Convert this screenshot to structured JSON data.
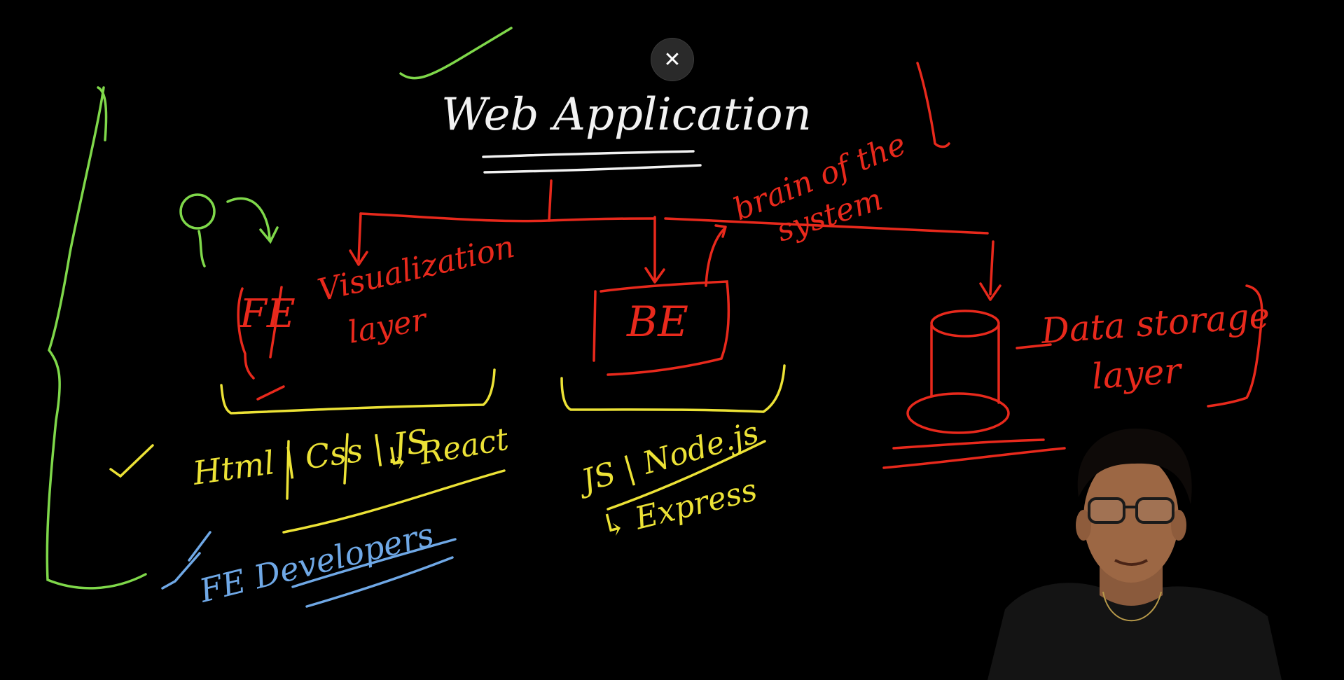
{
  "close_button": {
    "glyph": "✕",
    "icon": "close-icon"
  },
  "board": {
    "title": "Web Application",
    "fe": {
      "tag": "FE",
      "label_line1": "Visualization",
      "label_line2": "layer"
    },
    "be": {
      "tag": "BE",
      "note_line1": "brain of the",
      "note_line2": "system"
    },
    "db": {
      "label_line1": "Data storage",
      "label_line2": "layer"
    },
    "fe_stack": {
      "line1": "Html | Css | JS",
      "sub": "↳ React"
    },
    "be_stack": {
      "line1": "JS | Node.js",
      "sub": "↳ Express"
    },
    "fe_developers": "FE Developers"
  },
  "colors": {
    "background": "#000000",
    "white_ink": "#f2f2f2",
    "red_ink": "#e8291c",
    "yellow_ink": "#ece236",
    "green_ink": "#7fd84a",
    "blue_ink": "#6fa8e6"
  },
  "presenter": {
    "icon": "presenter-webcam-icon"
  }
}
